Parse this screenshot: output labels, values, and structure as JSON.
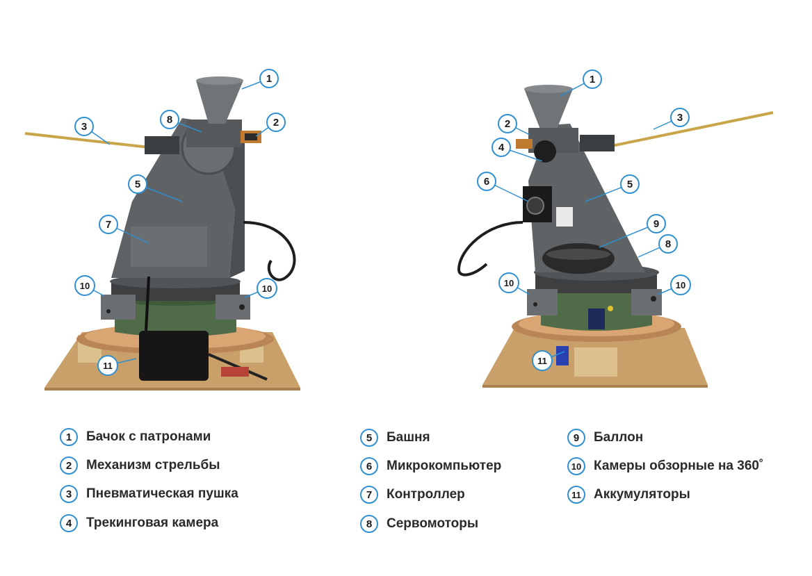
{
  "legend": [
    {
      "num": "1",
      "label": "Бачок с патронами"
    },
    {
      "num": "2",
      "label": "Механизм стрельбы"
    },
    {
      "num": "3",
      "label": "Пневматическая пушка"
    },
    {
      "num": "4",
      "label": "Трекинговая камера"
    },
    {
      "num": "5",
      "label": "Башня"
    },
    {
      "num": "6",
      "label": "Микрокомпьютер"
    },
    {
      "num": "7",
      "label": "Контроллер"
    },
    {
      "num": "8",
      "label": "Сервомоторы"
    },
    {
      "num": "9",
      "label": "Баллон"
    },
    {
      "num": "10",
      "label": "Камеры обзорные на 360˚"
    },
    {
      "num": "11",
      "label": "Аккумуляторы"
    }
  ],
  "callouts": {
    "left": [
      "1",
      "8",
      "2",
      "3",
      "5",
      "7",
      "10",
      "10",
      "11"
    ],
    "right": [
      "1",
      "2",
      "4",
      "3",
      "6",
      "5",
      "9",
      "8",
      "10",
      "10",
      "11"
    ]
  },
  "colors": {
    "callout_ring": "#2f8fd0",
    "turret_gray": "#5f6366",
    "base_green": "#4f6b48",
    "plywood": "#c9a06a"
  }
}
